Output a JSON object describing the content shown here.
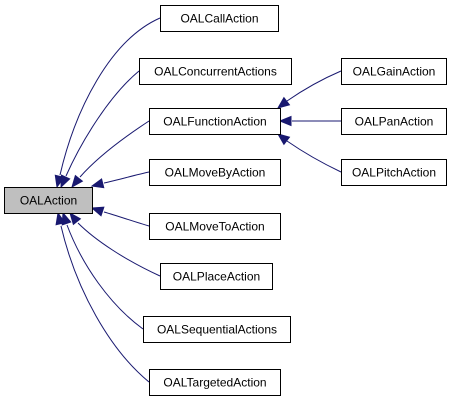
{
  "diagram": {
    "nodes": [
      {
        "id": "root",
        "label": "OALAction",
        "role": "base"
      },
      {
        "id": "call",
        "label": "OALCallAction"
      },
      {
        "id": "concurrent",
        "label": "OALConcurrentActions"
      },
      {
        "id": "function",
        "label": "OALFunctionAction"
      },
      {
        "id": "moveby",
        "label": "OALMoveByAction"
      },
      {
        "id": "moveto",
        "label": "OALMoveToAction"
      },
      {
        "id": "place",
        "label": "OALPlaceAction"
      },
      {
        "id": "sequential",
        "label": "OALSequentialActions"
      },
      {
        "id": "targeted",
        "label": "OALTargetedAction"
      },
      {
        "id": "gain",
        "label": "OALGainAction"
      },
      {
        "id": "pan",
        "label": "OALPanAction"
      },
      {
        "id": "pitch",
        "label": "OALPitchAction"
      }
    ],
    "edges": [
      {
        "from": "call",
        "to": "root"
      },
      {
        "from": "concurrent",
        "to": "root"
      },
      {
        "from": "function",
        "to": "root"
      },
      {
        "from": "moveby",
        "to": "root"
      },
      {
        "from": "moveto",
        "to": "root"
      },
      {
        "from": "place",
        "to": "root"
      },
      {
        "from": "sequential",
        "to": "root"
      },
      {
        "from": "targeted",
        "to": "root"
      },
      {
        "from": "gain",
        "to": "function"
      },
      {
        "from": "pan",
        "to": "function"
      },
      {
        "from": "pitch",
        "to": "function"
      }
    ],
    "colors": {
      "edge": "#191970",
      "root_fill": "#bfbfbf",
      "node_fill": "#ffffff",
      "border": "#000000"
    }
  }
}
